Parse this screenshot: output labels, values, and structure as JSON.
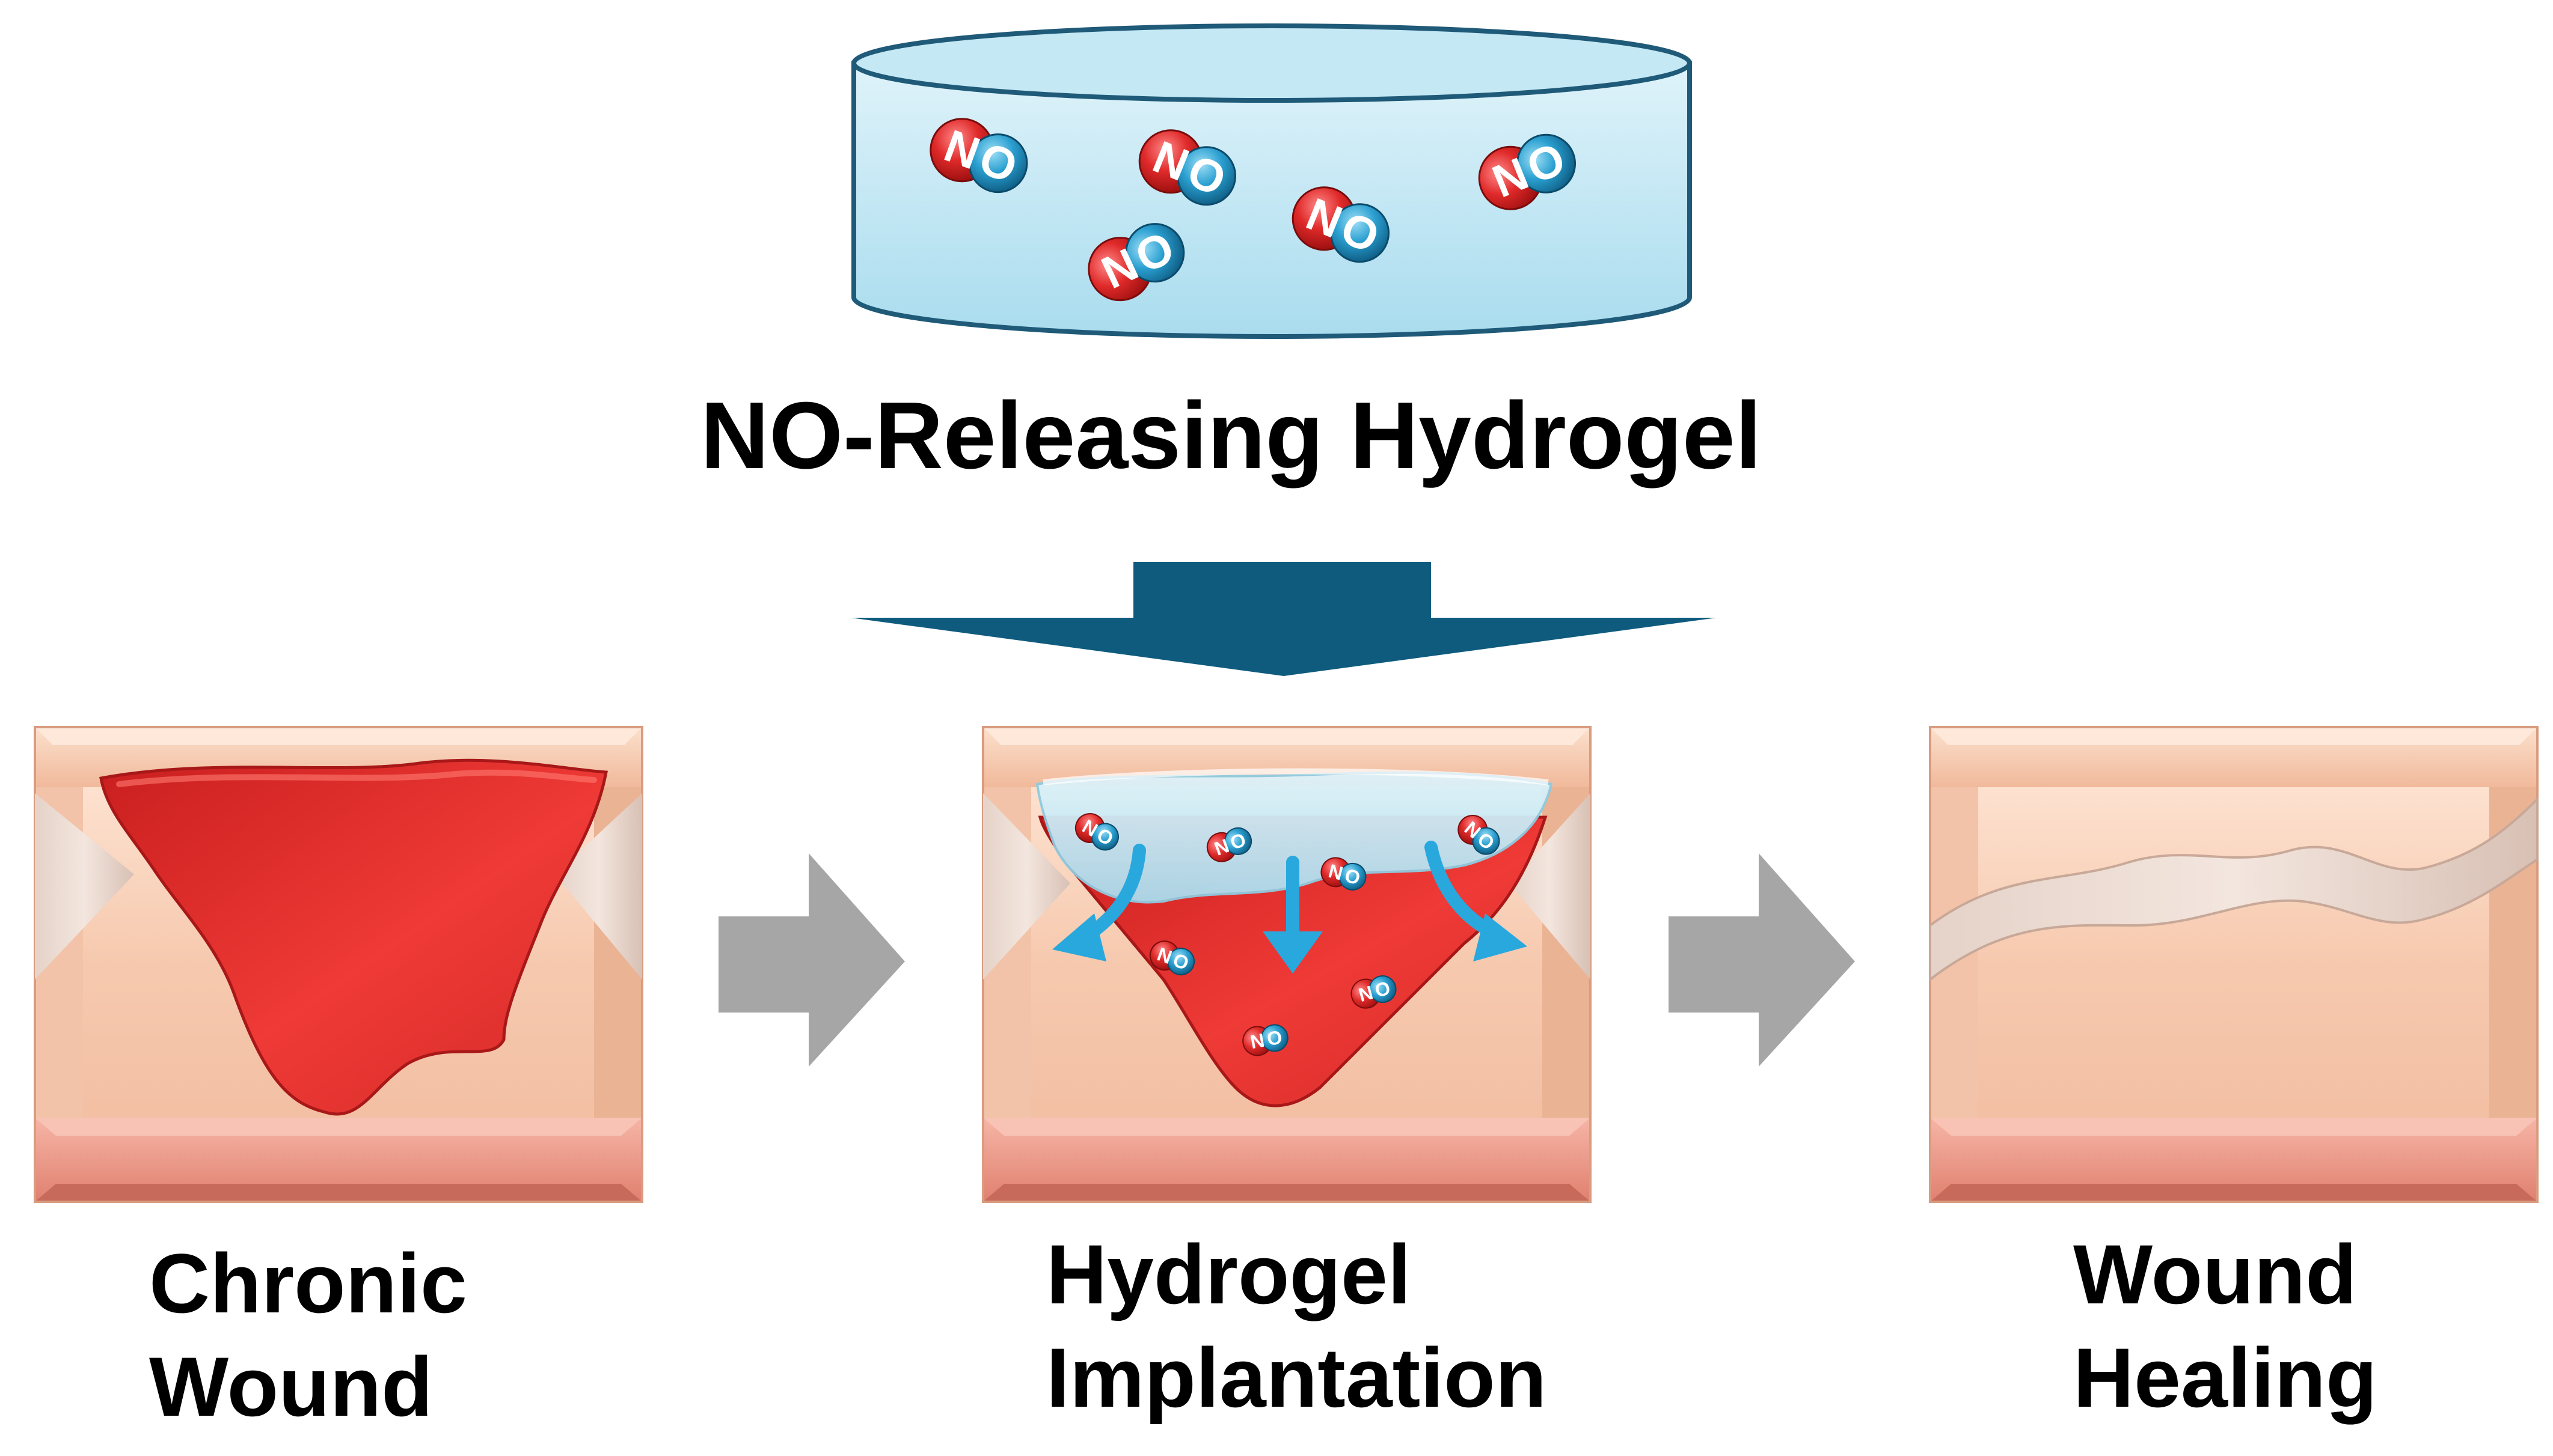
{
  "title": "NO-Releasing Hydrogel",
  "molecule_label": {
    "n": "N",
    "o": "O"
  },
  "stages": [
    {
      "line1": "Chronic",
      "line2": "Wound"
    },
    {
      "line1": "Hydrogel",
      "line2": "Implantation"
    },
    {
      "line1": "Wound",
      "line2": "Healing"
    }
  ],
  "colors": {
    "hydrogel": "#b8e4f2",
    "hydrogel_outline": "#1f5a78",
    "big_arrow": "#0e5b7e",
    "gray_arrow": "#a6a6a6",
    "skin": "#f5c7ac",
    "skin_band": "#e88b7a",
    "wound": "#e43a36",
    "nitrogen": "#e02a2a",
    "oxygen": "#2a9fd0",
    "release_arrow": "#29a8dd"
  }
}
